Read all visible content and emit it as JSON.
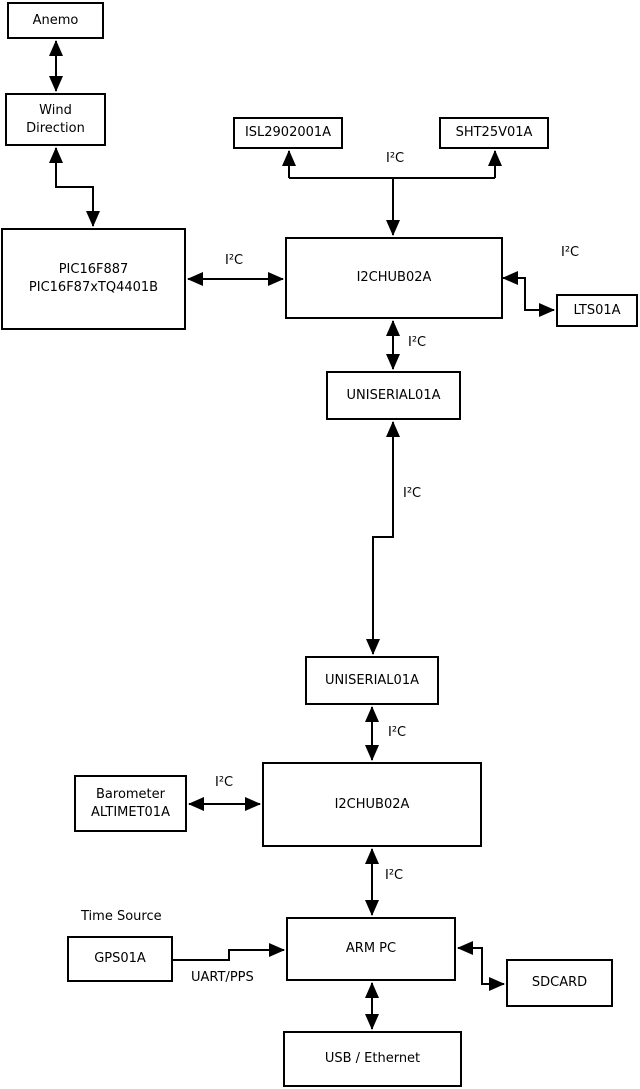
{
  "diagram": {
    "type": "block-diagram",
    "colors": {
      "background": "#ffffff",
      "line": "#000000",
      "text": "#000000"
    },
    "nodes": [
      {
        "id": "anemo",
        "label": "Anemo"
      },
      {
        "id": "wind-direction",
        "label": "Wind\nDirection"
      },
      {
        "id": "pic",
        "label": "PIC16F887\nPIC16F87xTQ4401B"
      },
      {
        "id": "isl",
        "label": "ISL2902001A"
      },
      {
        "id": "sht",
        "label": "SHT25V01A"
      },
      {
        "id": "hub1",
        "label": "I2CHUB02A"
      },
      {
        "id": "lts",
        "label": "LTS01A"
      },
      {
        "id": "uniserial1",
        "label": "UNISERIAL01A"
      },
      {
        "id": "uniserial2",
        "label": "UNISERIAL01A"
      },
      {
        "id": "barometer",
        "label": "Barometer\nALTIMET01A"
      },
      {
        "id": "hub2",
        "label": "I2CHUB02A"
      },
      {
        "id": "gps",
        "label": "GPS01A"
      },
      {
        "id": "armpc",
        "label": "ARM PC"
      },
      {
        "id": "sdcard",
        "label": "SDCARD"
      },
      {
        "id": "usb",
        "label": "USB / Ethernet"
      }
    ],
    "labels": [
      {
        "id": "i2c-top-bus",
        "text": "I²C"
      },
      {
        "id": "i2c-pic-hub1",
        "text": "I²C"
      },
      {
        "id": "i2c-hub1-lts",
        "text": "I²C"
      },
      {
        "id": "i2c-hub1-uni1",
        "text": "I²C"
      },
      {
        "id": "i2c-uni1-uni2",
        "text": "I²C"
      },
      {
        "id": "i2c-uni2-hub2",
        "text": "I²C"
      },
      {
        "id": "i2c-baro-hub2",
        "text": "I²C"
      },
      {
        "id": "i2c-hub2-armpc",
        "text": "I²C"
      },
      {
        "id": "time-source",
        "text": "Time Source"
      },
      {
        "id": "uart-pps",
        "text": "UART/PPS"
      }
    ]
  }
}
